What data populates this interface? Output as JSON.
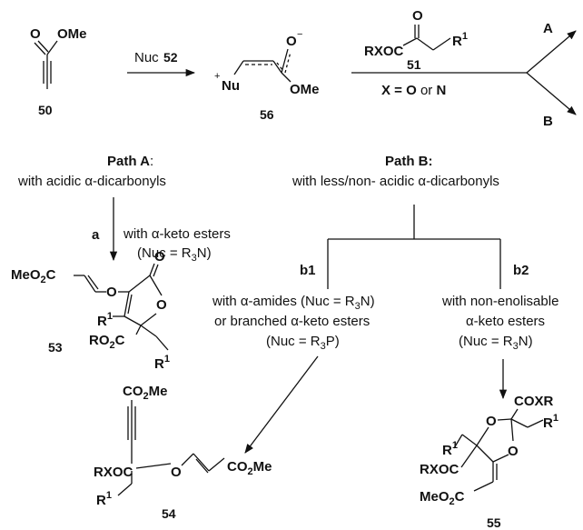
{
  "compounds": {
    "c50": "50",
    "c51": "51",
    "c52": "52",
    "c53": "53",
    "c54": "54",
    "c55": "55",
    "c56": "56"
  },
  "groups": {
    "OMe": "OMe",
    "O": "O",
    "O_minus": "O",
    "Nu": "Nu",
    "plus": "+",
    "minus": "−",
    "RXOC": "RXOC",
    "R1": "R",
    "sup1": "1",
    "MeO2C": "MeO",
    "CO2Me": "CO",
    "RO2C": "RO",
    "COXR": "COXR",
    "sub2": "2",
    "Me": "Me",
    "C": "C"
  },
  "top_row": {
    "nuc_label": "Nuc",
    "nuc_number": "52",
    "x_condition_prefix": "X = ",
    "x_condition_O": "O",
    "x_condition_or": " or ",
    "x_condition_N": "N",
    "branch_A": "A",
    "branch_B": "B"
  },
  "path_a": {
    "title": "Path A",
    "colon": ":",
    "subtitle": "with acidic α-dicarbonyls",
    "step_label": "a",
    "step_text": "with α-keto esters",
    "step_nuc": "(Nuc = R",
    "step_nuc_sub": "3",
    "step_nuc_end": "N)"
  },
  "path_b": {
    "title": "Path B:",
    "subtitle": "with less/non- acidic α-dicarbonyls",
    "b1_label": "b1",
    "b2_label": "b2",
    "b1_line1": "with α-amides (Nuc = R",
    "b1_line1_sub": "3",
    "b1_line1_end": "N)",
    "b1_line2": "or branched α-keto esters",
    "b1_line3": "(Nuc = R",
    "b1_line3_sub": "3",
    "b1_line3_end": "P)",
    "b2_line1": "with non-enolisable",
    "b2_line2": "α-keto esters",
    "b2_line3": "(Nuc = R",
    "b2_line3_sub": "3",
    "b2_line3_end": "N)"
  }
}
